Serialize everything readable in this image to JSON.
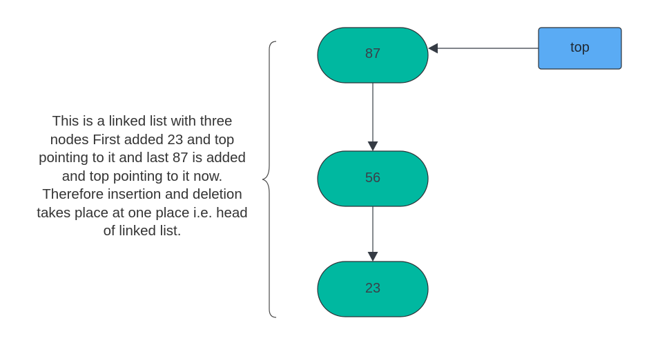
{
  "description": "This is a linked list with three nodes First added 23 and top pointing to it and last 87 is added and top pointing to it now. Therefore insertion and deletion takes place at one place i.e. head of linked list.",
  "nodes": [
    {
      "value": "87"
    },
    {
      "value": "56"
    },
    {
      "value": "23"
    }
  ],
  "pointer": {
    "label": "top"
  },
  "colors": {
    "node_fill": "#00b8a0",
    "node_stroke": "#2e3338",
    "pointer_fill": "#5aabf4",
    "pointer_stroke": "#2e3338",
    "arrow": "#353b44",
    "brace": "#4a4a4a"
  }
}
